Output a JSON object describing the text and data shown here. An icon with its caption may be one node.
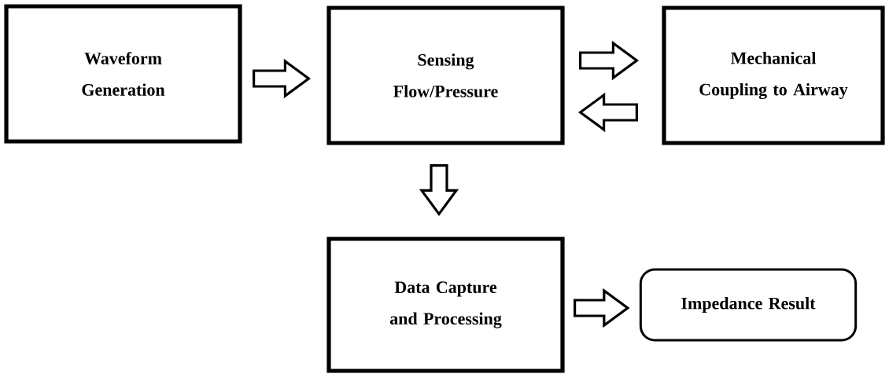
{
  "diagram": {
    "nodes": [
      {
        "text": [
          "Waveform Generation"
        ]
      },
      {
        "text": [
          "Sensing Flow/Pressure"
        ]
      },
      {
        "text": [
          "Mechanical Coupling to Airway"
        ]
      },
      {
        "text": [
          "Data Capture and Processing"
        ]
      },
      {
        "text": [
          "Impedance Result"
        ]
      }
    ],
    "edges": [
      {
        "from": 0,
        "to": 1,
        "arrow": "to"
      },
      {
        "from": 1,
        "to": 2,
        "arrow": "to"
      },
      {
        "from": 2,
        "to": 1,
        "arrow": "to"
      },
      {
        "from": 1,
        "to": 3,
        "arrow": "to"
      },
      {
        "from": 3,
        "to": 4,
        "arrow": "to"
      }
    ]
  }
}
